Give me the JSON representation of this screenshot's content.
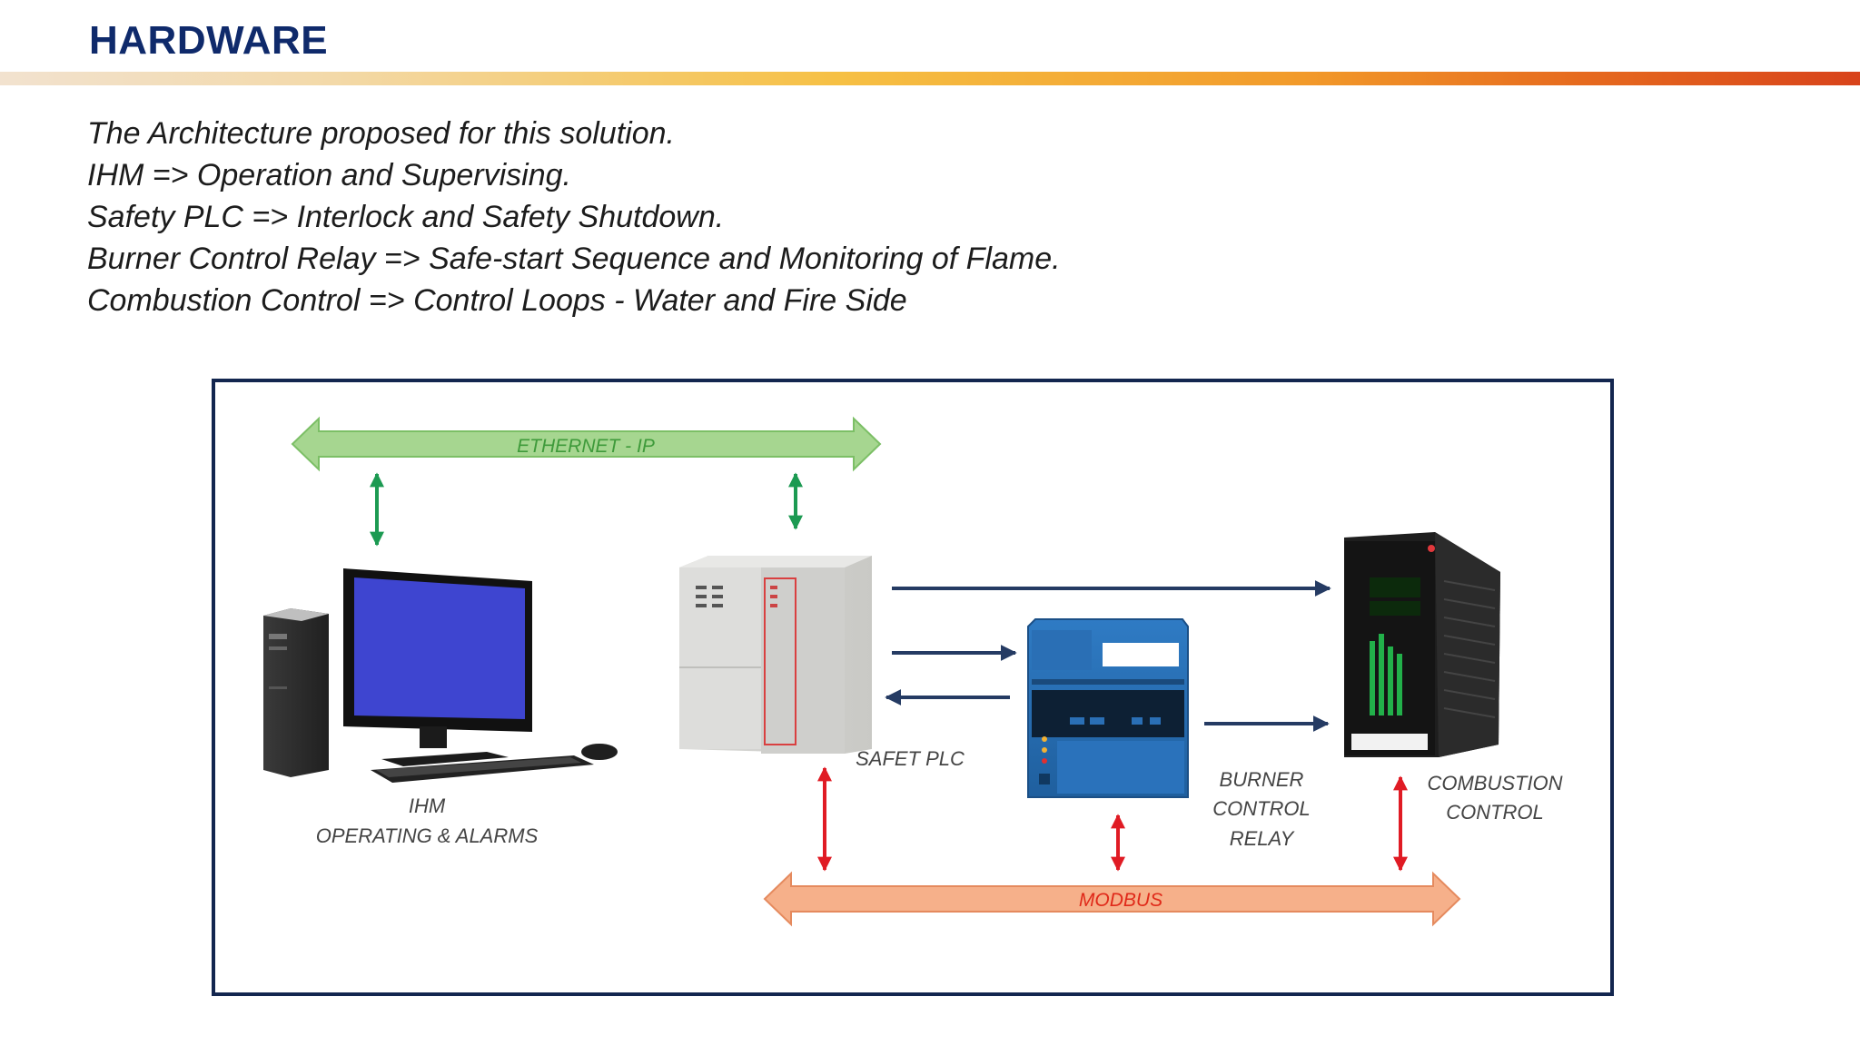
{
  "slide": {
    "title": "HARDWARE",
    "bullets": [
      "The Architecture proposed for this solution.",
      "IHM => Operation and Supervising.",
      "Safety PLC => Interlock and Safety Shutdown.",
      "Burner Control Relay => Safe-start Sequence and Monitoring of Flame.",
      "Combustion Control => Control Loops - Water and Fire Side"
    ]
  },
  "diagram": {
    "ethernet_label": "ETHERNET - IP",
    "modbus_label": "MODBUS",
    "ihm_label_1": "IHM",
    "ihm_label_2": "OPERATING & ALARMS",
    "plc_label": "SAFET PLC",
    "burner_label_1": "BURNER",
    "burner_label_2": "CONTROL",
    "burner_label_3": "RELAY",
    "combustion_label_1": "COMBUSTION",
    "combustion_label_2": "CONTROL",
    "colors": {
      "title": "#0f2a6b",
      "frame": "#13264f",
      "ethernet_fill": "#a6d690",
      "ethernet_text": "#3e9a3a",
      "green_arrow": "#1c9a52",
      "modbus_fill": "#f6b08a",
      "modbus_text": "#e02a1a",
      "red_arrow": "#e01b24",
      "signal_arrow": "#253b63"
    }
  }
}
